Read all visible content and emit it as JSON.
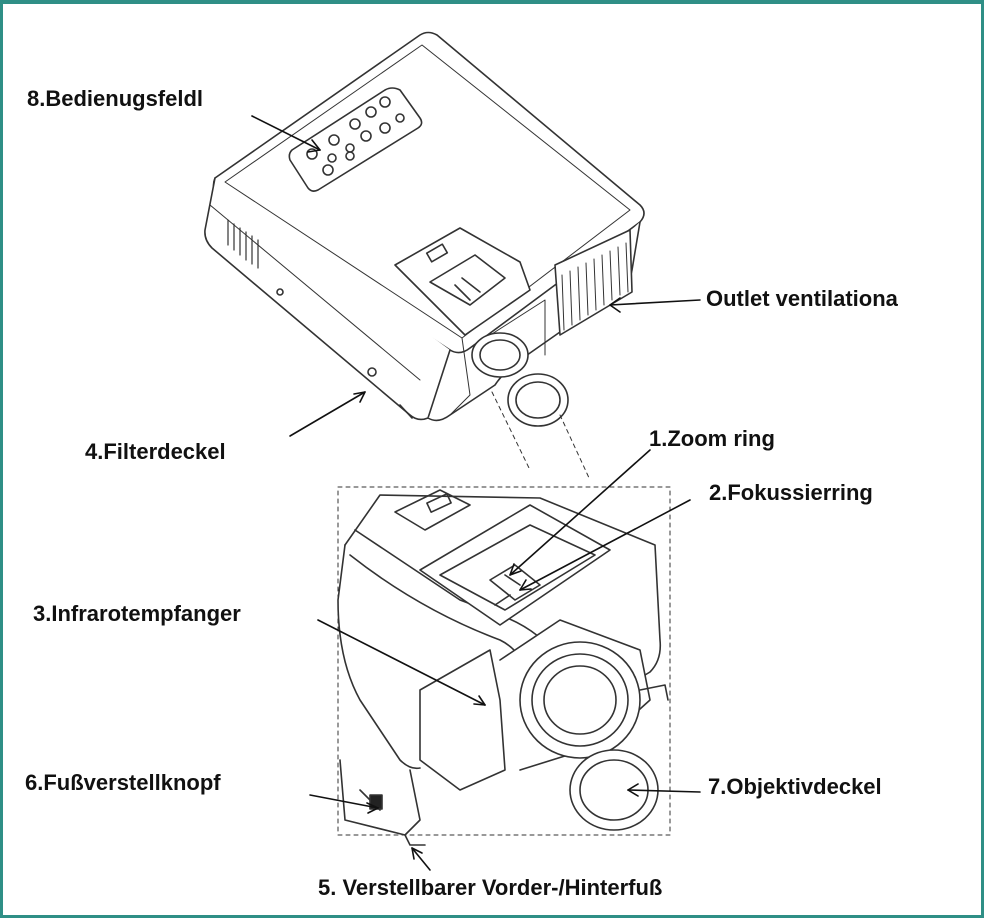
{
  "diagram": {
    "labels": {
      "bedienungsfeld": "8.Bedienugsfeldl",
      "outlet": "Outlet ventilationa",
      "filterdeckel": "4.Filterdeckel",
      "zoom_ring": "1.Zoom ring",
      "fokussierring": "2.Fokussierring",
      "infrarot": "3.Infrarotempfanger",
      "fussverstellknopf": "6.Fußverstellknopf",
      "objektivdeckel": "7.Objektivdeckel",
      "verstellbarer_fuss": "5. Verstellbarer Vorder-/Hinterfuß"
    },
    "colors": {
      "frame": "#2f8f86",
      "line": "#222222",
      "text": "#111111"
    }
  }
}
